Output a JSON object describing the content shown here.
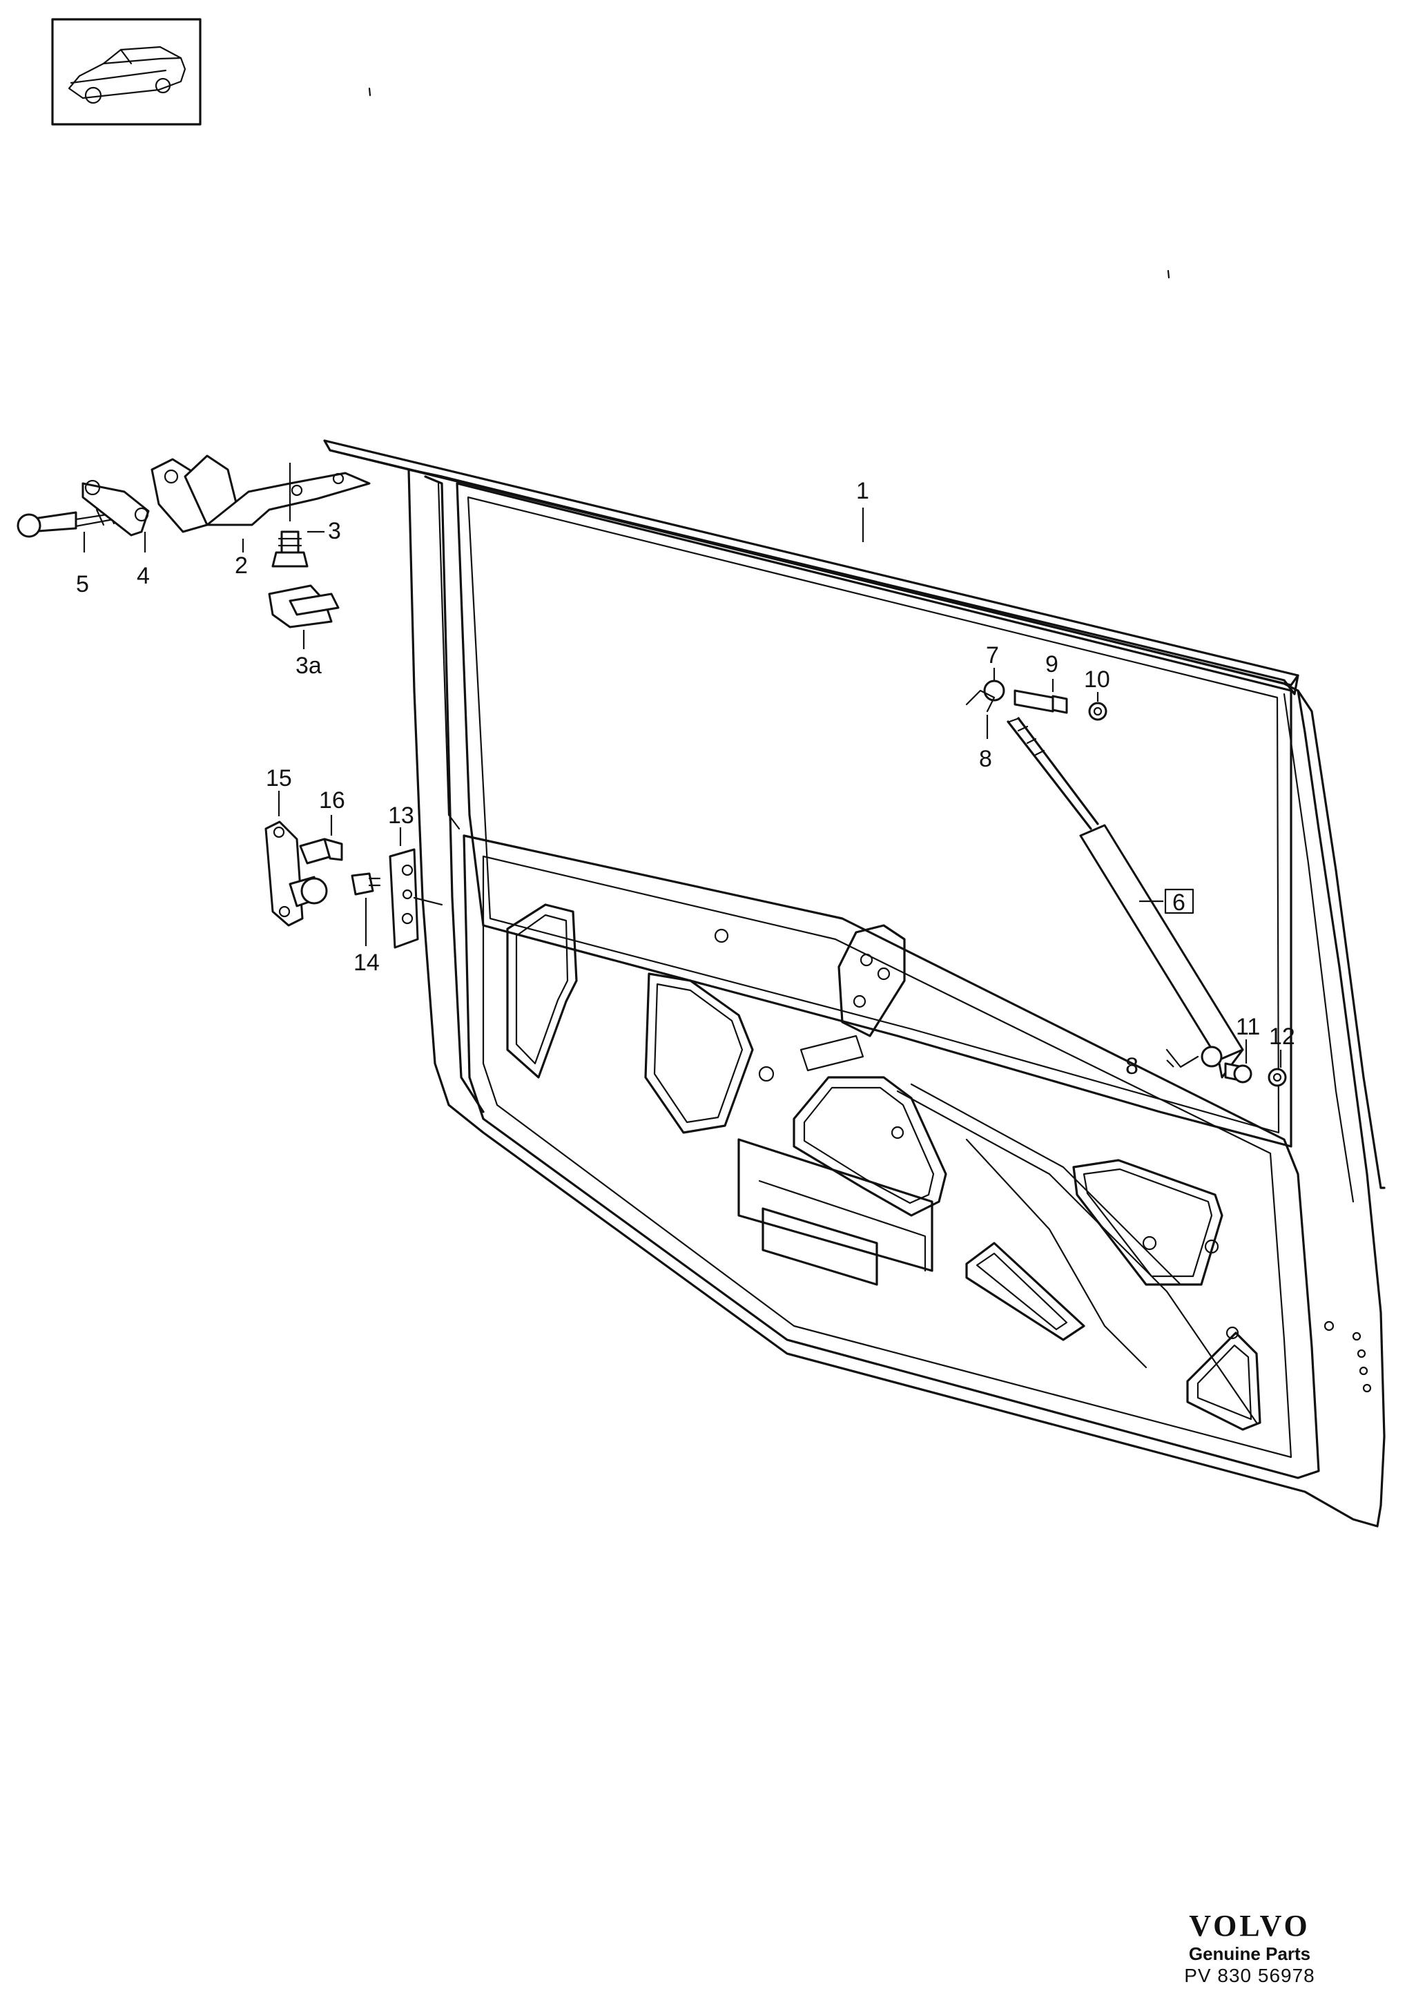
{
  "callouts": {
    "c1": "1",
    "c2": "2",
    "c3": "3",
    "c3a": "3a",
    "c4": "4",
    "c5": "5",
    "c6": "6",
    "c7": "7",
    "c8a": "8",
    "c8b": "8",
    "c9": "9",
    "c10": "10",
    "c11": "11",
    "c12": "12",
    "c13": "13",
    "c14": "14",
    "c15": "15",
    "c16": "16"
  },
  "brand": {
    "logo": "VOLVO",
    "tagline": "Genuine Parts",
    "code": "PV 830 56978"
  },
  "icons": {
    "thumbnail": "car-thumbnail-icon"
  }
}
